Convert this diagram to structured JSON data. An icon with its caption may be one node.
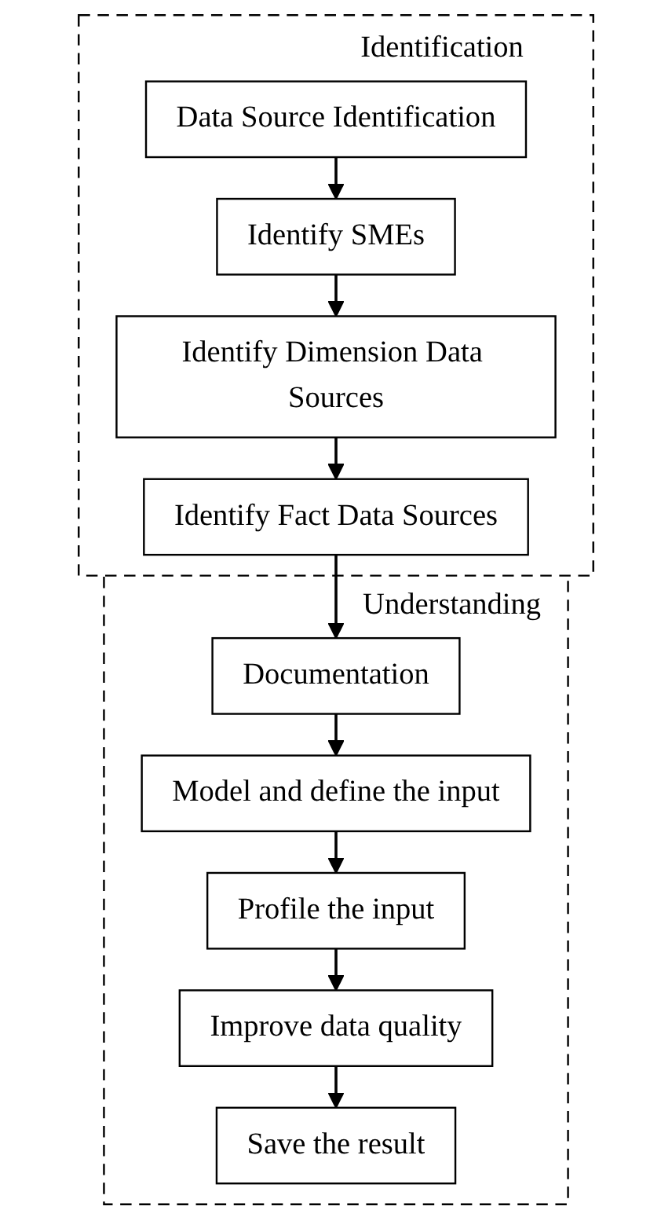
{
  "diagram": {
    "nodes": [
      {
        "text": [
          "Identification"
        ]
      },
      {
        "text": [
          "Data Source Identification"
        ],
        "in": 0
      },
      {
        "text": [
          "Identify SMEs"
        ],
        "in": 0
      },
      {
        "text": [
          "Identify Dimension Data Sources"
        ],
        "in": 0
      },
      {
        "text": [
          "Identify Fact Data Sources"
        ],
        "in": 0
      },
      {
        "text": [
          "Understanding"
        ]
      },
      {
        "text": [
          "Documentation"
        ],
        "in": 5
      },
      {
        "text": [
          "Model and define the input"
        ],
        "in": 5
      },
      {
        "text": [
          "Profile the input"
        ],
        "in": 5
      },
      {
        "text": [
          "Improve data quality"
        ],
        "in": 5
      },
      {
        "text": [
          "Save the result"
        ],
        "in": 5
      }
    ],
    "edges": [
      {
        "from": 1,
        "to": 2,
        "arrow": "to"
      },
      {
        "from": 2,
        "to": 3,
        "arrow": "to"
      },
      {
        "from": 3,
        "to": 4,
        "arrow": "to"
      },
      {
        "from": 4,
        "to": 6,
        "arrow": "to"
      },
      {
        "from": 6,
        "to": 7,
        "arrow": "to"
      },
      {
        "from": 7,
        "to": 8,
        "arrow": "to"
      },
      {
        "from": 8,
        "to": 9,
        "arrow": "to"
      },
      {
        "from": 9,
        "to": 10,
        "arrow": "to"
      }
    ]
  }
}
